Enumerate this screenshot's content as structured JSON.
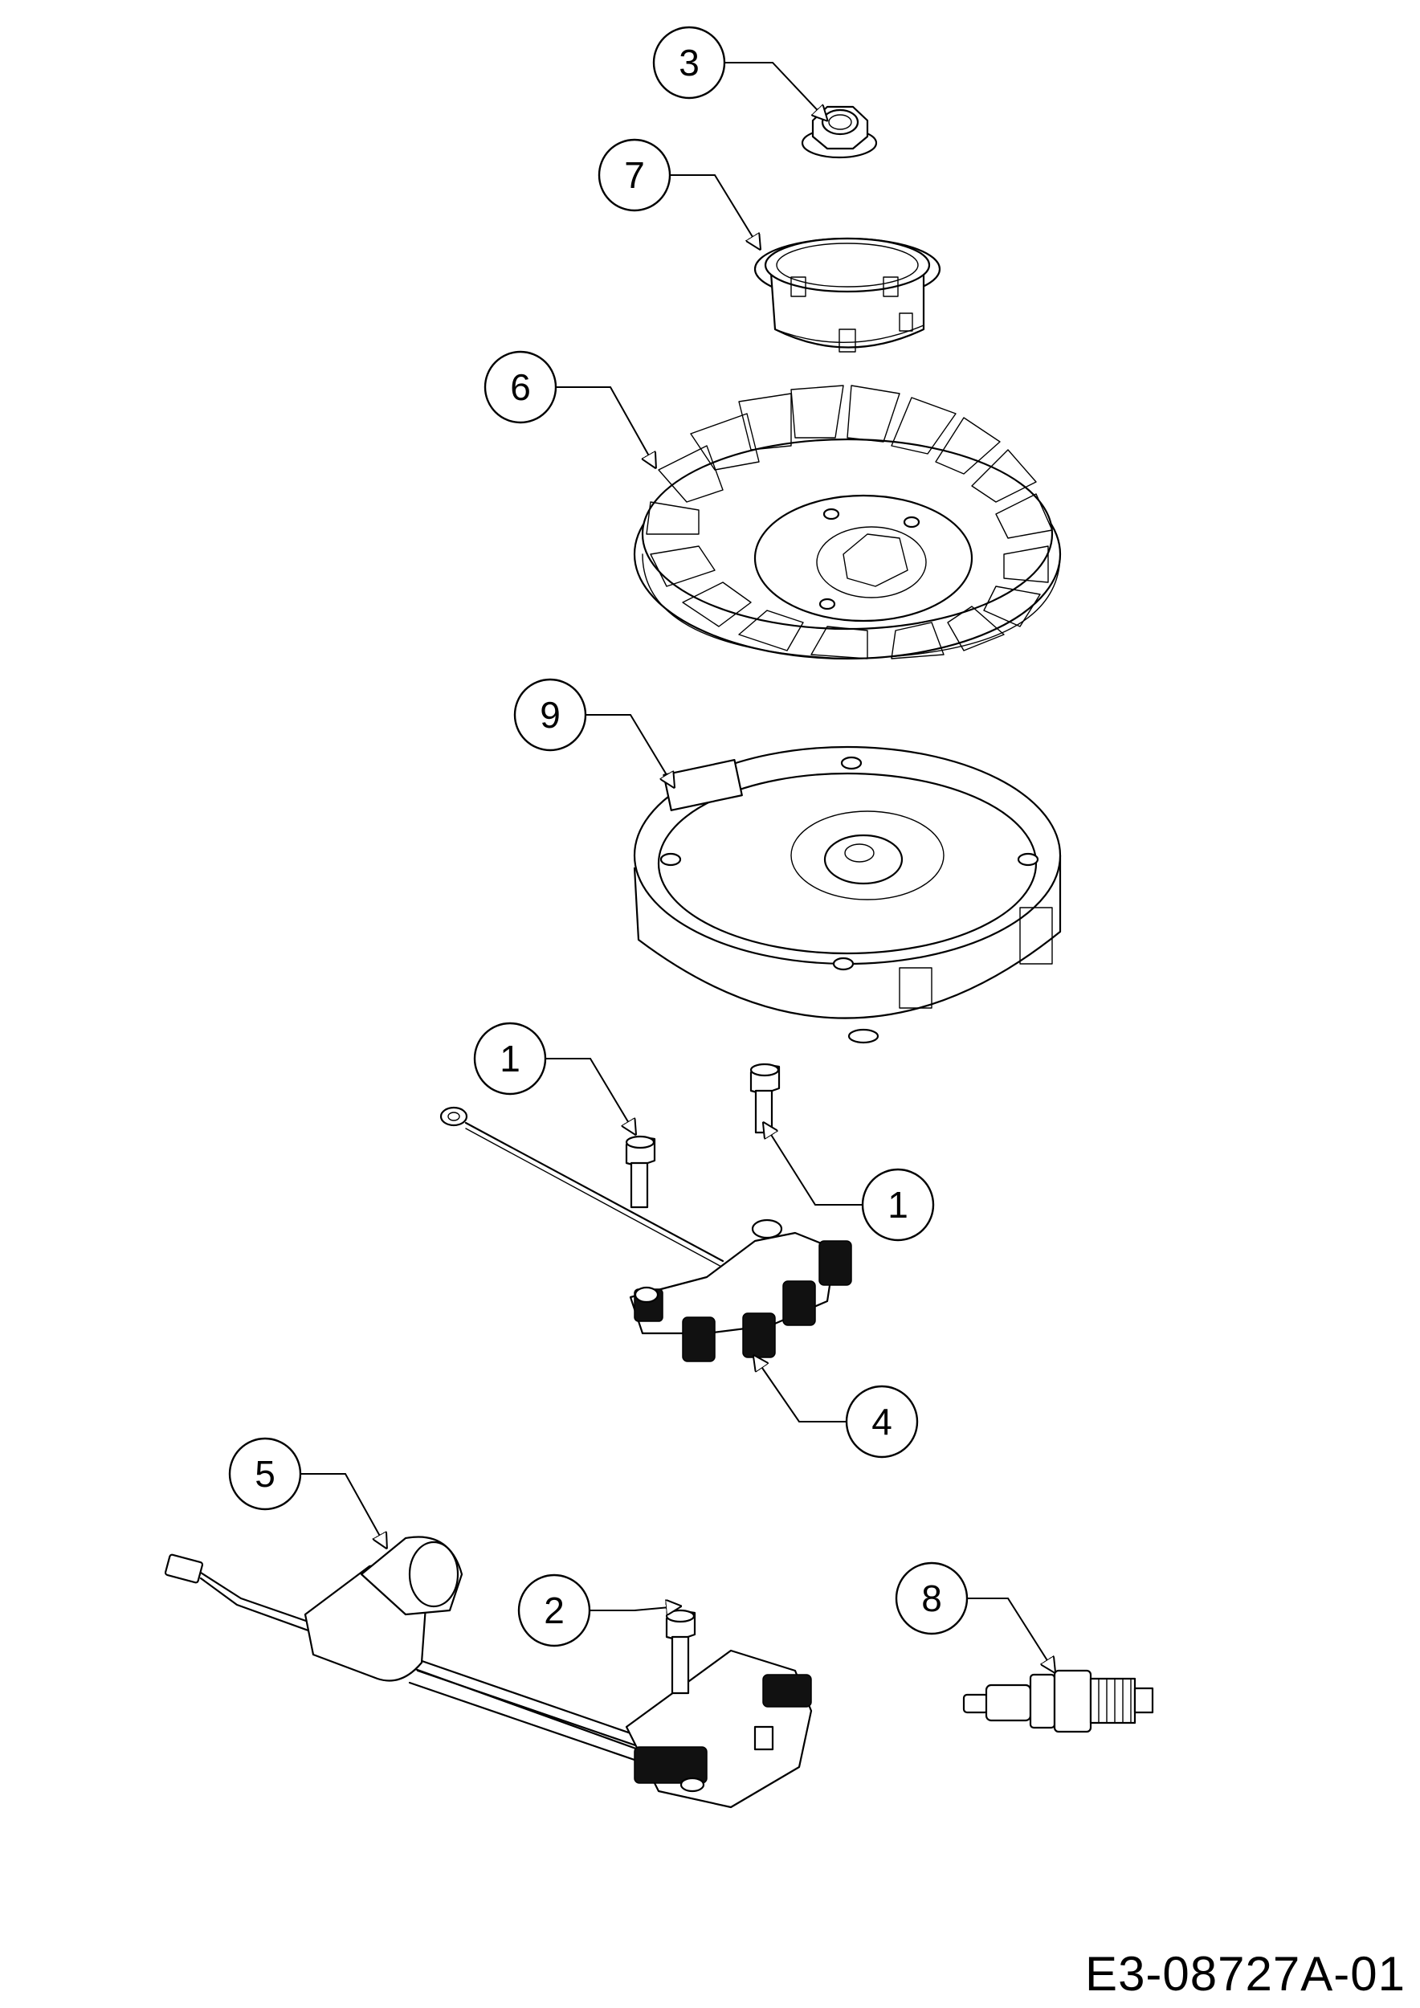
{
  "drawing_code": "E3-08727A-01",
  "callouts": [
    {
      "id": "c3",
      "label": "3"
    },
    {
      "id": "c7",
      "label": "7"
    },
    {
      "id": "c6",
      "label": "6"
    },
    {
      "id": "c9",
      "label": "9"
    },
    {
      "id": "c1a",
      "label": "1"
    },
    {
      "id": "c1b",
      "label": "1"
    },
    {
      "id": "c4",
      "label": "4"
    },
    {
      "id": "c5",
      "label": "5"
    },
    {
      "id": "c2",
      "label": "2"
    },
    {
      "id": "c8",
      "label": "8"
    }
  ]
}
